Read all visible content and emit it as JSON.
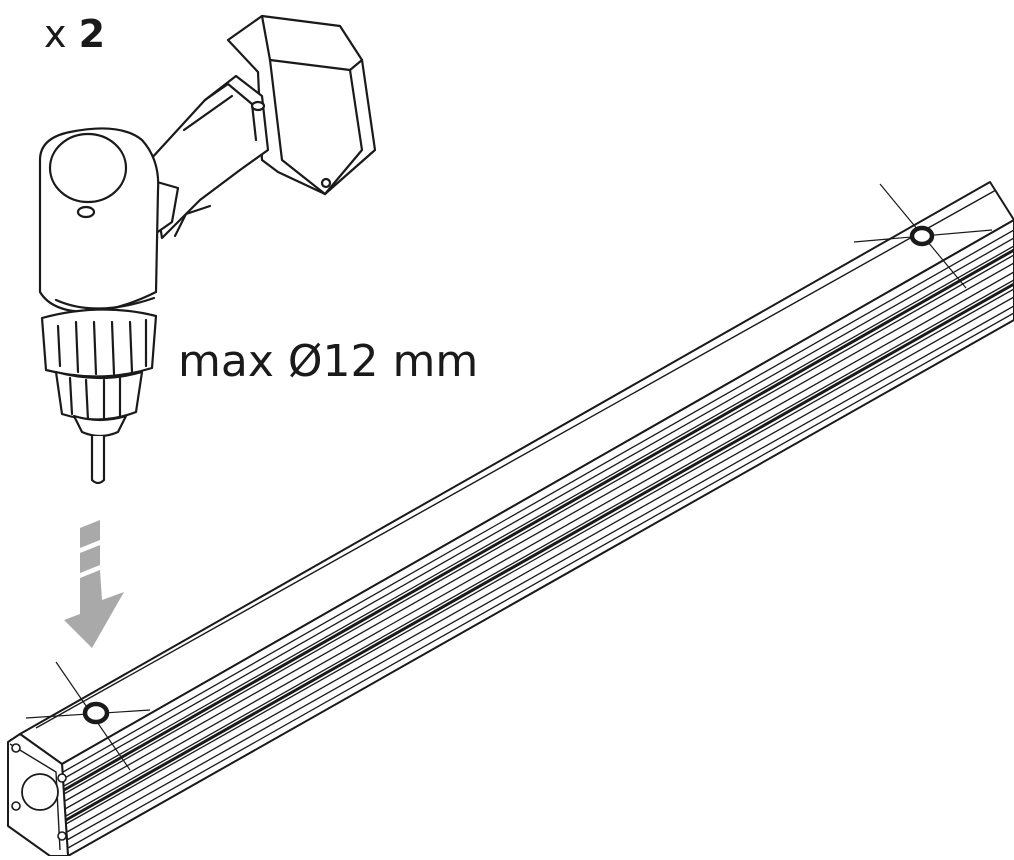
{
  "quantity": {
    "prefix": "x",
    "count": "2"
  },
  "drill": {
    "label": "max Ø12 mm"
  },
  "colors": {
    "stroke": "#1a1a1a",
    "arrow_fill": "#a9a9a9",
    "background": "#ffffff"
  },
  "icons": [
    "cordless-drill-icon",
    "down-arrow-icon",
    "drill-hole-marker-icon"
  ]
}
